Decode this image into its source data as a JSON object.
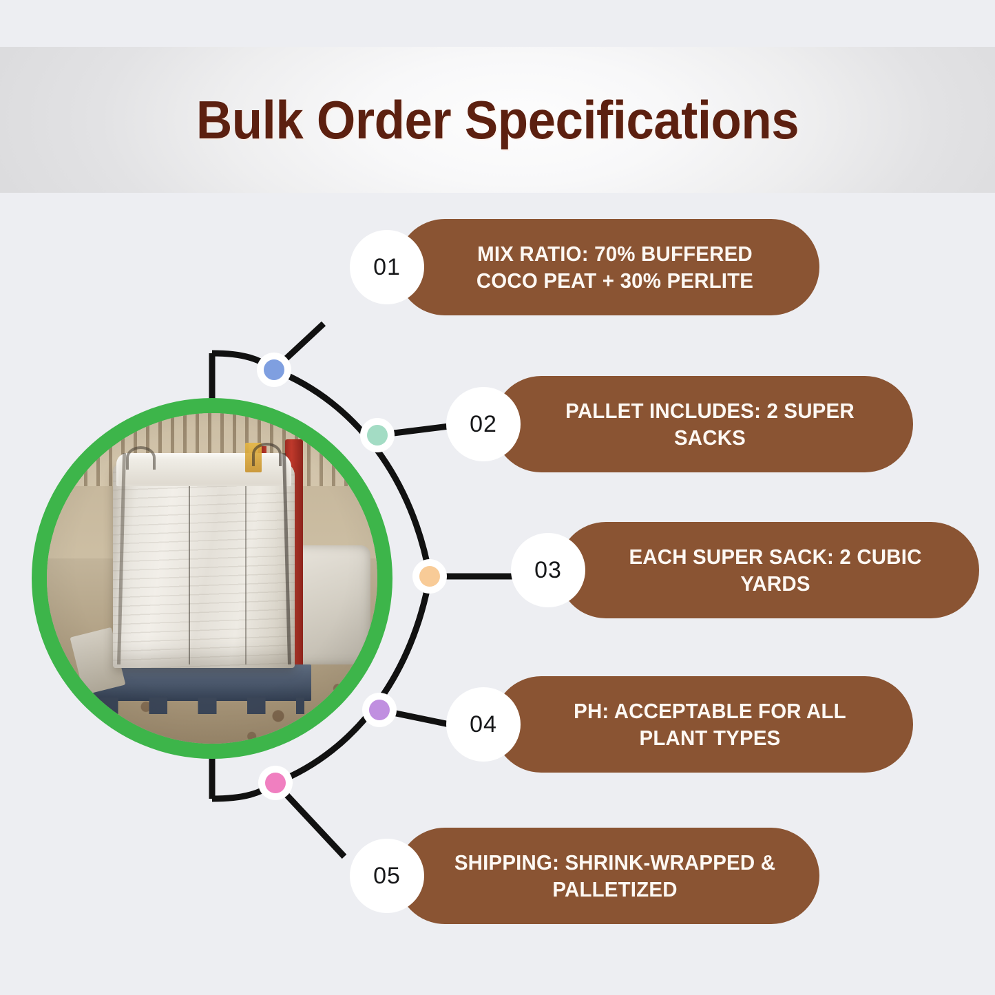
{
  "header": {
    "title": "Bulk Order Specifications"
  },
  "colors": {
    "background": "#edeef2",
    "pill": "#8a5433",
    "title": "#5c2010",
    "ring": "#3db54a",
    "connector": "#111111",
    "pill_text": "#fdf8f3",
    "number_text": "#17181a"
  },
  "media": {
    "photo_alt": "White super sack bulk bag on a blue pallet beside a red warehouse rack"
  },
  "steps": [
    {
      "number": "01",
      "text": "MIX RATIO: 70% BUFFERED COCO PEAT + 30% PERLITE",
      "dot_color": "#7f9fe0"
    },
    {
      "number": "02",
      "text": "PALLET INCLUDES: 2 SUPER SACKS",
      "dot_color": "#a3dcc4"
    },
    {
      "number": "03",
      "text": "EACH SUPER SACK: 2 CUBIC YARDS",
      "dot_color": "#f8cb97"
    },
    {
      "number": "04",
      "text": "PH: ACCEPTABLE FOR ALL PLANT TYPES",
      "dot_color": "#c08fe0"
    },
    {
      "number": "05",
      "text": "SHIPPING: SHRINK-WRAPPED & PALLETIZED",
      "dot_color": "#f07fc0"
    }
  ]
}
